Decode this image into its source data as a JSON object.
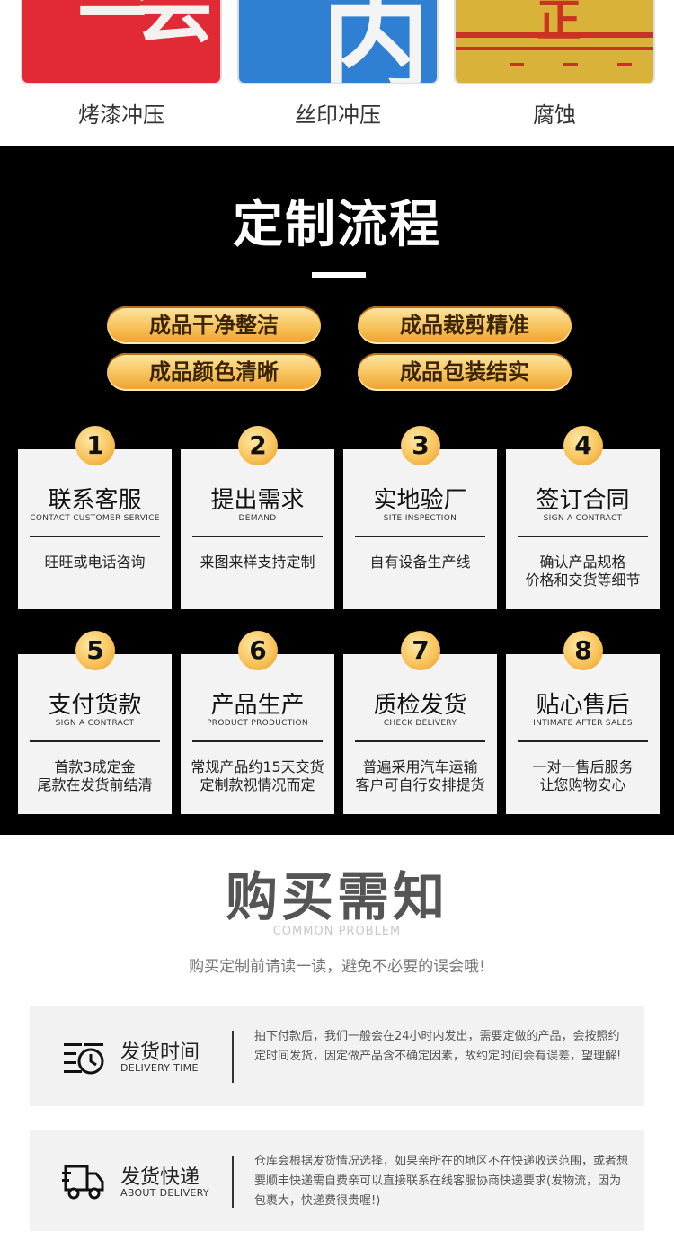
{
  "samples": [
    {
      "label": "烤漆冲压",
      "color": "#e12a35",
      "glyph": "会"
    },
    {
      "label": "丝印冲压",
      "color": "#2f7fd2",
      "glyph": "内"
    },
    {
      "label": "腐蚀",
      "color": "#d9b23a",
      "glyph": "正"
    }
  ],
  "process": {
    "title": "定制流程",
    "features": [
      "成品干净整洁",
      "成品裁剪精准",
      "成品颜色清晰",
      "成品包装结实"
    ],
    "steps": [
      {
        "num": "1",
        "title": "联系客服",
        "en": "CONTACT CUSTOMER SERVICE",
        "desc": "旺旺或电话咨询"
      },
      {
        "num": "2",
        "title": "提出需求",
        "en": "DEMAND",
        "desc": "来图来样支持定制"
      },
      {
        "num": "3",
        "title": "实地验厂",
        "en": "SITE INSPECTION",
        "desc": "自有设备生产线"
      },
      {
        "num": "4",
        "title": "签订合同",
        "en": "SIGN A CONTRACT",
        "desc": "确认产品规格\n价格和交货等细节"
      },
      {
        "num": "5",
        "title": "支付货款",
        "en": "SIGN A CONTRACT",
        "desc": "首款3成定金\n尾款在发货前结清"
      },
      {
        "num": "6",
        "title": "产品生产",
        "en": "PRODUCT PRODUCTION",
        "desc": "常规产品约15天交货\n定制款视情况而定"
      },
      {
        "num": "7",
        "title": "质检发货",
        "en": "CHECK DELIVERY",
        "desc": "普遍采用汽车运输\n客户可自行安排提货"
      },
      {
        "num": "8",
        "title": "贴心售后",
        "en": "INTIMATE AFTER SALES",
        "desc": "一对一售后服务\n让您购物安心"
      }
    ]
  },
  "notes": {
    "title": "购买需知",
    "subtitle": "COMMON PROBLEM",
    "hint": "购买定制前请读一读，避免不必要的误会哦!",
    "items": [
      {
        "icon": "clock-delivery-icon",
        "title": "发货时间",
        "en": "DELIVERY TIME",
        "text": "拍下付款后，我们一般会在24小时内发出，需要定做的产品，会按照约定时间发货，因定做产品含不确定因素，故约定时间会有误差，望理解!"
      },
      {
        "icon": "truck-icon",
        "title": "发货快递",
        "en": "ABOUT DELIVERY",
        "text": "仓库会根据发货情况选择，如果亲所在的地区不在快递收送范围，或者想要顺丰快递需自费亲可以直接联系在线客服协商快递要求(发物流，因为包裹大，快递费很贵喔!)"
      }
    ]
  }
}
